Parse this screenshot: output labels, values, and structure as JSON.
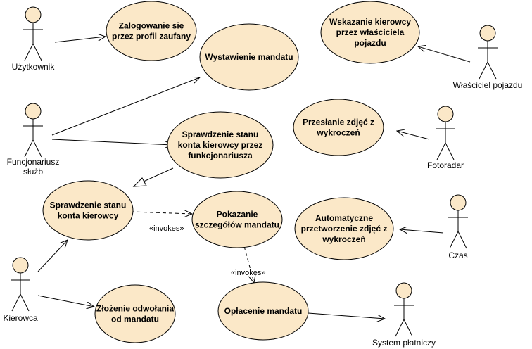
{
  "diagram": {
    "actors": {
      "uzytkownik": [
        "Użytkownik"
      ],
      "funkcjonariusz": [
        "Funcjonariusz",
        "służb"
      ],
      "kierowca": [
        "Kierowca"
      ],
      "wlasciciel": [
        "Właściciel pojazdu"
      ],
      "fotoradar": [
        "Fotoradar"
      ],
      "czas": [
        "Czas"
      ],
      "system": [
        "System płatniczy"
      ]
    },
    "use_cases": {
      "zalogowanie": [
        "Zalogowanie się",
        "przez profil zaufany"
      ],
      "wystawienie": [
        "Wystawienie mandatu"
      ],
      "sprawdzenie_funk": [
        "Sprawdzenie stanu",
        "konta kierowcy przez",
        "funkcjonariusza"
      ],
      "sprawdzenie": [
        "Sprawdzenie stanu",
        "konta kierowcy"
      ],
      "pokazanie": [
        "Pokazanie",
        "szczegółów mandatu"
      ],
      "oplacenie": [
        "Opłacenie mandatu"
      ],
      "zlozenie": [
        "Złożenie odwołania",
        "od mandatu"
      ],
      "wskazanie": [
        "Wskazanie kierowcy",
        "przez właściciela",
        "pojazdu"
      ],
      "przeslanie": [
        "Przesłanie zdjęć z",
        "wykroczeń"
      ],
      "automatyczne": [
        "Automatyczne",
        "przetworzenie zdjęć z",
        "wykroczeń"
      ]
    },
    "stereotypes": {
      "invokes_1": "«invokes»",
      "invokes_2": "«invokes»"
    }
  }
}
